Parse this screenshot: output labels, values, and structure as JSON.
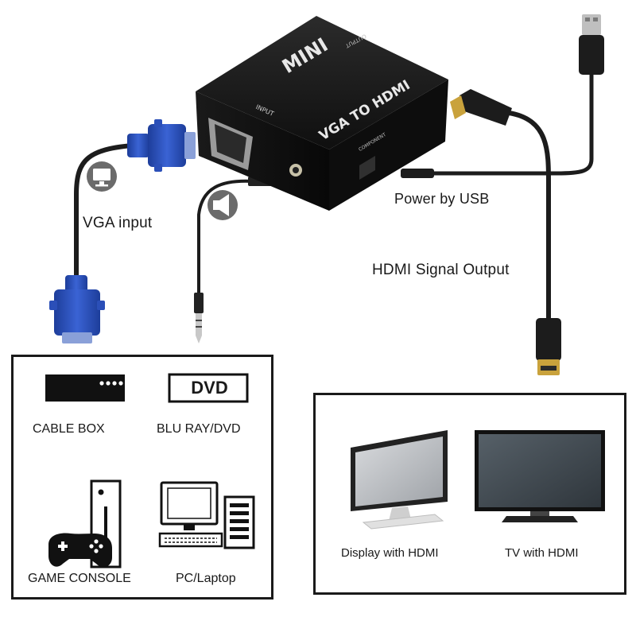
{
  "device": {
    "brand_label": "MINI",
    "product_label": "VGA TO HDMI",
    "input_port_label": "INPUT",
    "output_port_label": "OUTPUT",
    "component_port_label": "COMPONENT"
  },
  "callouts": {
    "vga_input": "VGA input",
    "power": "Power by USB",
    "hdmi_output": "HDMI Signal Output"
  },
  "sources_panel": {
    "items": [
      {
        "label": "CABLE BOX",
        "icon": "cable-box-icon"
      },
      {
        "label": "BLU RAY/DVD",
        "icon": "dvd-player-icon",
        "badge": "DVD"
      },
      {
        "label": "GAME CONSOLE",
        "icon": "game-console-icon"
      },
      {
        "label": "PC/Laptop",
        "icon": "pc-icon"
      }
    ]
  },
  "displays_panel": {
    "items": [
      {
        "label": "Display with HDMI",
        "icon": "monitor-icon"
      },
      {
        "label": "TV with HDMI",
        "icon": "tv-icon"
      }
    ]
  },
  "colors": {
    "vga_blue": "#2b4fb8",
    "device_black": "#141414",
    "cable_black": "#1c1c1c",
    "hdmi_gold": "#c9a23c"
  }
}
